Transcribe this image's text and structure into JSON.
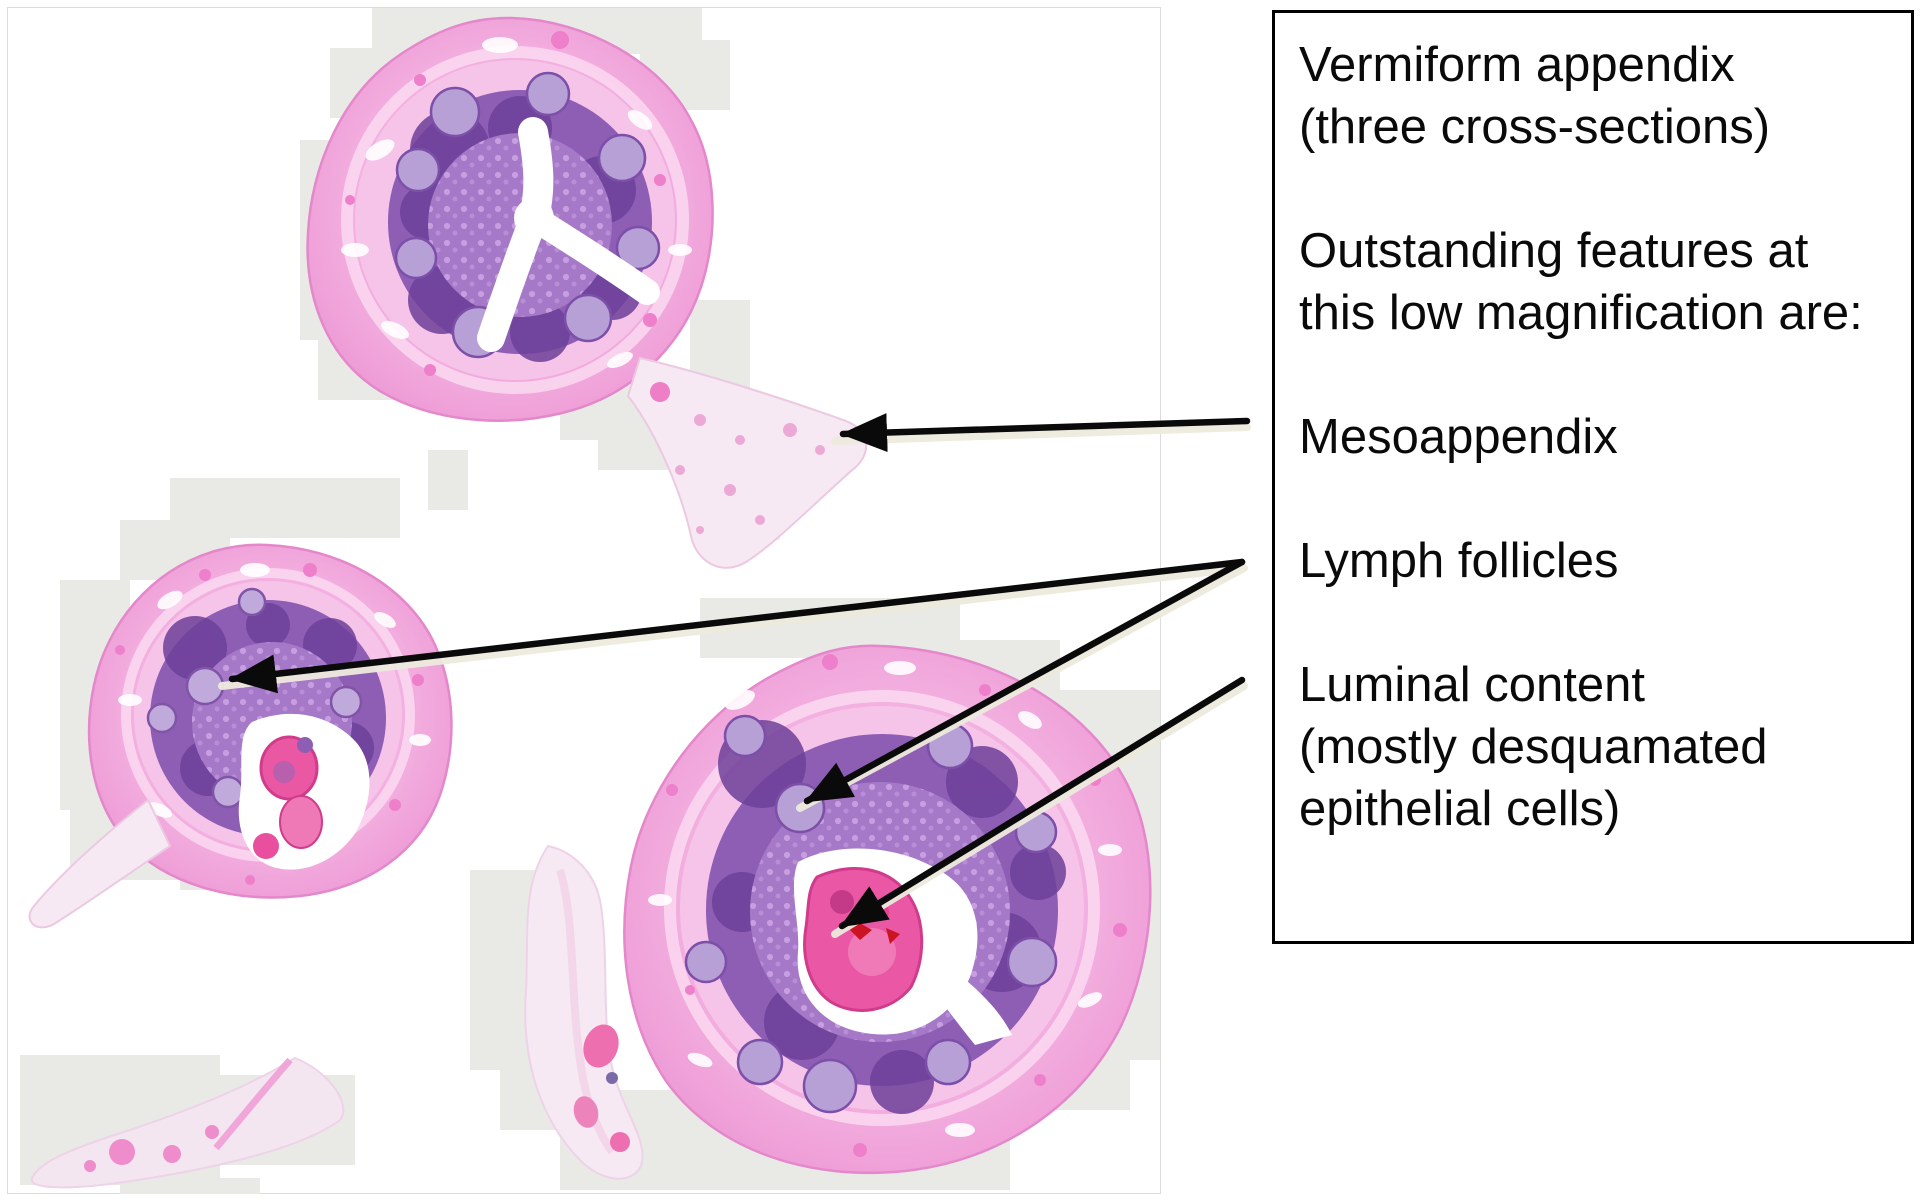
{
  "annotation_box": {
    "lines": [
      "Vermiform appendix",
      "(three cross-sections)",
      "",
      "Outstanding features at",
      "this low magnification are:",
      "",
      "Mesoappendix",
      "",
      "Lymph follicles",
      "",
      "Luminal content",
      "(mostly desquamated",
      "epithelial cells)"
    ]
  },
  "figure": {
    "labels": {
      "mesoappendix": "Mesoappendix",
      "lymph_follicles": "Lymph follicles",
      "luminal_content": "Luminal content (mostly desquamated epithelial cells)"
    }
  },
  "colors": {
    "wall_pink": "#f0a3da",
    "wall_light_pink": "#f6c3e9",
    "mucosa_purple": "#8e5db4",
    "mucosa_dark": "#6d4099",
    "follicle_pale": "#b7a0d6",
    "lumen_content_magenta": "#e8519c",
    "fatty_tissue": "#f6e9f3",
    "tile_gray": "#e9e9e6",
    "arrow_black": "#0a0a0a",
    "arrow_halo": "#edeadd",
    "box_border": "#000000"
  }
}
